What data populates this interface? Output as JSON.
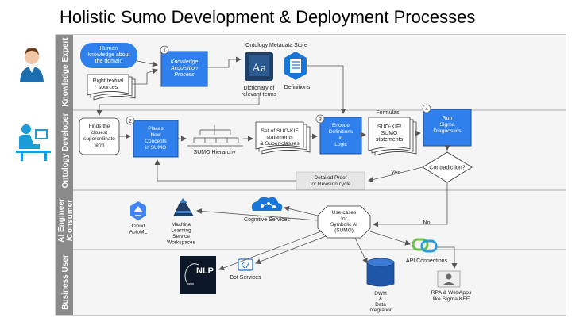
{
  "title": "Holistic Sumo Development & Deployment Processes",
  "lanes": [
    {
      "label": "Knowledge Expert"
    },
    {
      "label": "Ontology Developer"
    },
    {
      "label": "AI Engineer /Consumer"
    },
    {
      "label": "Business User"
    }
  ],
  "store_label": "Ontology  Metadata Store",
  "nodes": {
    "human_knowledge": [
      "Human",
      "knowledge about",
      "the domain"
    ],
    "right_sources": [
      "Right textual",
      "sources"
    ],
    "knowledge_acq": [
      "Knowledge",
      "Acquisition",
      "Process"
    ],
    "dictionary_icon": "Aa",
    "dictionary": [
      "Dictionary of",
      "relevant terms"
    ],
    "definitions": "Definitions",
    "closest_term": [
      "Finds the",
      "closest",
      "superordinate",
      "term"
    ],
    "places_concepts": [
      "Places",
      "New",
      "Concepts",
      "in SUMO"
    ],
    "sumo_hierarchy": "SUMO Hierarchy",
    "suo_kif_set": [
      "Set of SUO-KIF",
      "statements",
      "& Super-classes"
    ],
    "encode": [
      "Encode",
      "Definitions",
      "in",
      "Logic"
    ],
    "formulas": "Formulas",
    "suo_kif_sumo": [
      "SUO-KIF/",
      "SUMO",
      "statements"
    ],
    "run_sigma": [
      "Run",
      "Sigma",
      "Diagnostics"
    ],
    "contradiction": "Contradiction?",
    "yes": "Yes",
    "no": "No",
    "proof": [
      "Detailed Proof",
      "for Revision cycle"
    ],
    "use_cases": [
      "Use-cases",
      "for",
      "Symbolic AI",
      "(SUMO)"
    ],
    "cognitive": "Cognitive Services",
    "automl": [
      "Cloud",
      "AutoML"
    ],
    "ml_service": [
      "Machine",
      "Learning",
      "Service",
      "Workspaces"
    ],
    "nlp_icon": "NLP",
    "bot": "Bot Services",
    "dwh": [
      "DWH",
      "&",
      "Data",
      "Integration"
    ],
    "api": "API Connections",
    "rpa": [
      "RPA  & WebApps",
      "like Sigma KEE"
    ]
  },
  "steps": [
    "1",
    "2",
    "3",
    "4"
  ],
  "colors": {
    "process_blue": "#2f80ed",
    "dark_blue": "#1b4f9c",
    "lane_label_bg": "#8a8a8a",
    "lane_bg": "#f3f3f3",
    "gray_box": "#e6e6e6"
  },
  "icons": [
    "person-icon",
    "developer-icon",
    "dictionary-icon",
    "document-icon",
    "hierarchy-icon",
    "cloud-automl-icon",
    "ml-service-icon",
    "cognitive-services-icon",
    "nlp-icon",
    "bot-icon",
    "database-icon",
    "api-link-icon",
    "user-avatar-icon"
  ]
}
